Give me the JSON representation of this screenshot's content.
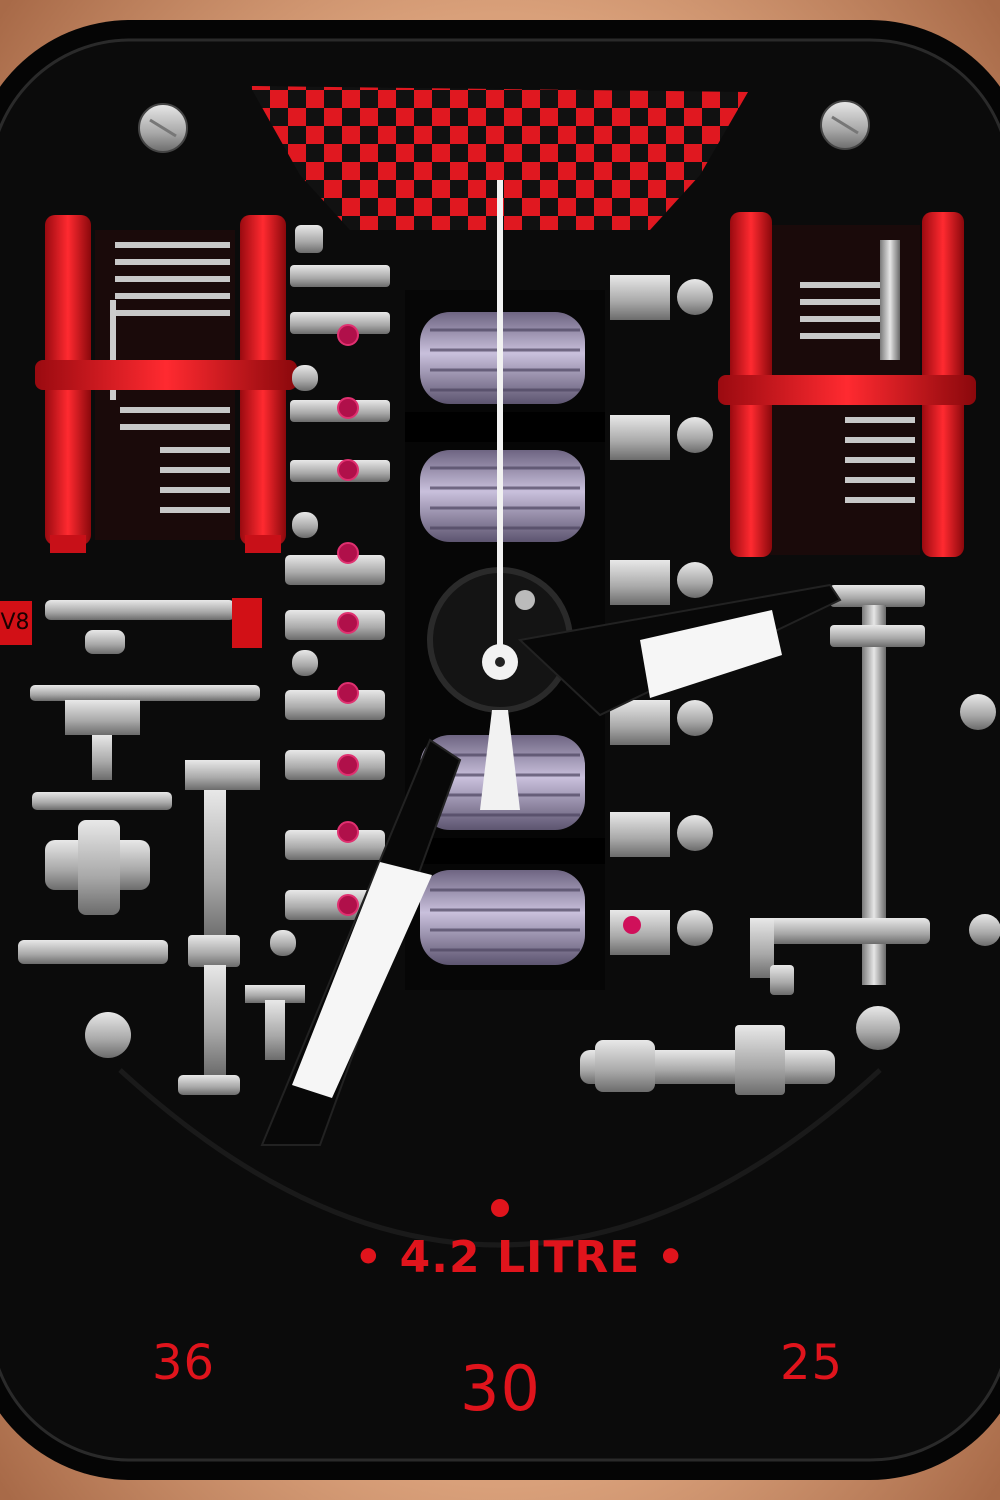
{
  "dial": {
    "badge": "V8",
    "displacement": "• 4.2 LITRE •",
    "seconds_left": "36",
    "seconds_center": "30",
    "seconds_right": "25"
  },
  "colors": {
    "case_gold": "#c98a64",
    "bezel_black": "#0a0a0a",
    "accent_red": "#e0141c",
    "coil_lilac": "#9d93b4",
    "steel": "#bdbdbd",
    "hand_lume": "#f5f5f5"
  }
}
